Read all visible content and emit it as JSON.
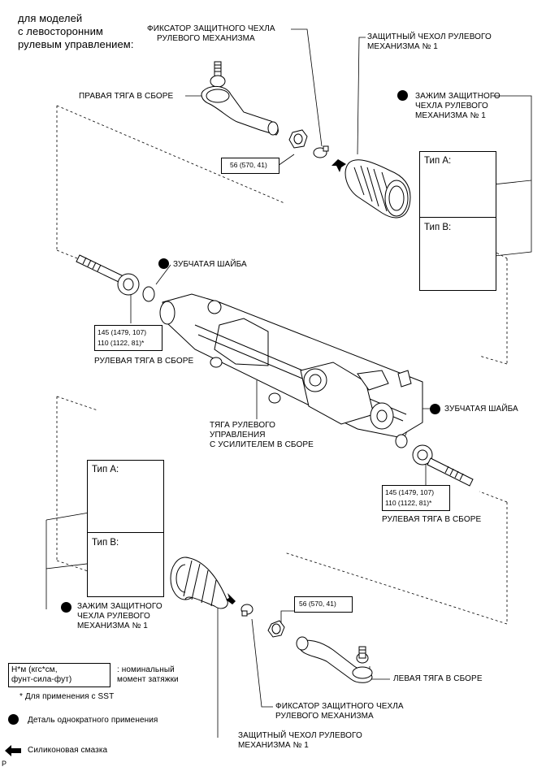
{
  "header": {
    "line1": "для моделей",
    "line2": "с левосторонним",
    "line3": "рулевым управлением:"
  },
  "labels": {
    "boot_clip_top_1": "ФИКСАТОР ЗАЩИТНОГО ЧЕХЛА",
    "boot_clip_top_2": "РУЛЕВОГО МЕХАНИЗМА",
    "boot_top_1": "ЗАЩИТНЫЙ ЧЕХОЛ РУЛЕВОГО",
    "boot_top_2": "МЕХАНИЗМА № 1",
    "right_tie_rod_end": "ПРАВАЯ ТЯГА В СБОРЕ",
    "boot_clamp_top_1": "ЗАЖИМ ЗАЩИТНОГО",
    "boot_clamp_top_2": "ЧЕХЛА РУЛЕВОГО",
    "boot_clamp_top_3": "МЕХАНИЗМА № 1",
    "claw_washer_top": "ЗУБЧАТАЯ ШАЙБА",
    "steering_rack_end_top": "РУЛЕВАЯ ТЯГА В СБОРЕ",
    "gear_assy_1": "ТЯГА РУЛЕВОГО",
    "gear_assy_2": "УПРАВЛЕНИЯ",
    "gear_assy_3": "С УСИЛИТЕЛЕМ В СБОРЕ",
    "claw_washer_bottom": "ЗУБЧАТАЯ ШАЙБА",
    "steering_rack_end_bottom": "РУЛЕВАЯ ТЯГА В СБОРЕ",
    "boot_clamp_bottom_1": "ЗАЖИМ ЗАЩИТНОГО",
    "boot_clamp_bottom_2": "ЧЕХЛА РУЛЕВОГО",
    "boot_clamp_bottom_3": "МЕХАНИЗМА № 1",
    "left_tie_rod_end": "ЛЕВАЯ ТЯГА В СБОРЕ",
    "boot_clip_bottom_1": "ФИКСАТОР ЗАЩИТНОГО ЧЕХЛА",
    "boot_clip_bottom_2": "РУЛЕВОГО МЕХАНИЗМА",
    "boot_bottom_1": "ЗАЩИТНЫЙ ЧЕХОЛ РУЛЕВОГО",
    "boot_bottom_2": "МЕХАНИЗМА № 1"
  },
  "torques": {
    "nut_top": "56 (570, 41)",
    "rack_end_top_1": "145 (1479, 107)",
    "rack_end_top_2": "110 (1122, 81)*",
    "rack_end_bottom_1": "145 (1479, 107)",
    "rack_end_bottom_2": "110 (1122, 81)*",
    "nut_bottom": "56 (570, 41)"
  },
  "clamp_types": {
    "top_a": "Тип A:",
    "top_b": "Тип B:",
    "bottom_a": "Тип A:",
    "bottom_b": "Тип B:"
  },
  "legend": {
    "unit_box_1": "Н*м (кгс*см,",
    "unit_box_2": "фунт-сила-фут)",
    "unit_desc_1": ": номинальный",
    "unit_desc_2": "момент затяжки",
    "sst_note": "* Для применения с SST",
    "non_reusable": "Деталь однократного применения",
    "silicone": "Силиконовая смазка"
  },
  "footer_mark": "P"
}
